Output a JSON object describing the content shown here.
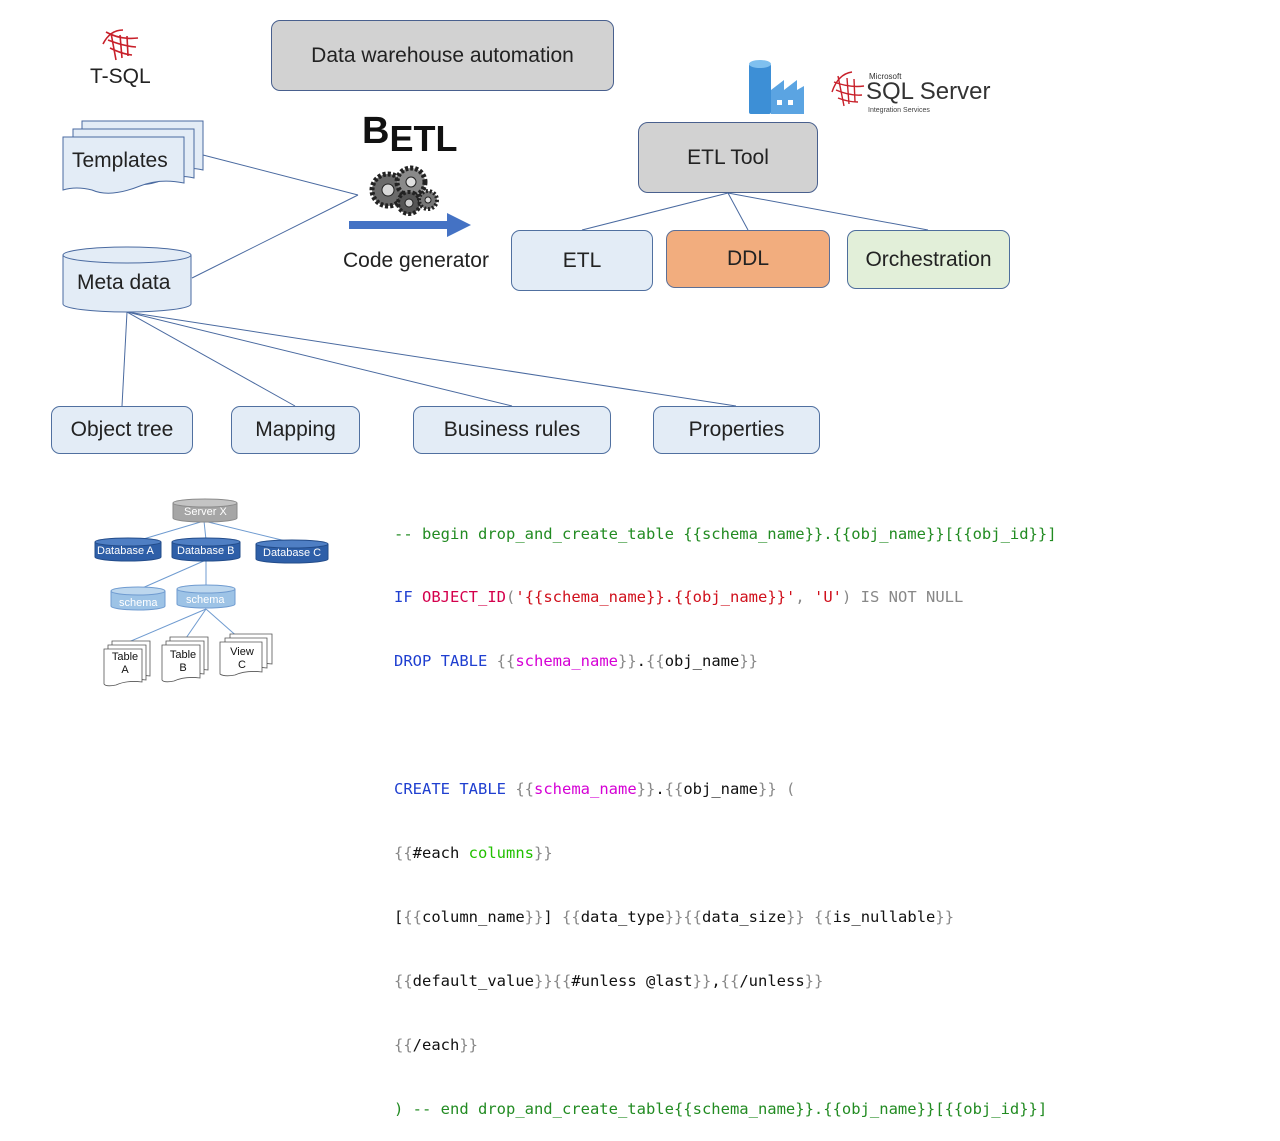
{
  "title_box": "Data warehouse automation",
  "tsql_logo": "T-SQL",
  "betl_logo": {
    "big": "B",
    "rest": "ETL"
  },
  "code_generator": "Code generator",
  "templates": "Templates",
  "meta_data": "Meta data",
  "etl_tool": "ETL Tool",
  "outputs": [
    "ETL",
    "DDL",
    "Orchestration"
  ],
  "meta_children": [
    "Object tree",
    "Mapping",
    "Business rules",
    "Properties"
  ],
  "sql_server_logo": {
    "small": "Microsoft",
    "name": "SQL Server",
    "sub": "Integration Services"
  },
  "tree": {
    "server": "Server X",
    "databases": [
      "Database A",
      "Database B",
      "Database C"
    ],
    "schemas": [
      "schema",
      "schema"
    ],
    "objects": [
      [
        "Table",
        "A"
      ],
      [
        "Table",
        "B"
      ],
      [
        "View",
        "C"
      ]
    ]
  },
  "code_lines": [
    "-- begin drop_and_create_table {{schema_name}}.{{obj_name}}[{{obj_id}}]",
    "IF OBJECT_ID('{{schema_name}}.{{obj_name}}', 'U') IS NOT NULL",
    "DROP TABLE {{schema_name}}.{{obj_name}}",
    "",
    "CREATE TABLE {{schema_name}}.{{obj_name}} (",
    "{{#each columns}}",
    "[{{column_name}}] {{data_type}}{{data_size}} {{is_nullable}}",
    "{{default_value}}{{#unless @last}},{{/unless}}",
    "{{/each}}",
    ") -- end drop_and_create_table{{schema_name}}.{{obj_name}}[{{obj_id}}]"
  ],
  "colors": {
    "box_fill": "#e3ecf6",
    "box_border": "#4a6aa0",
    "grey_box": "#d2d2d2",
    "ddl_box": "#f2ad7e",
    "orchestration_box": "#e2efd9",
    "arrow": "#4472c4",
    "tree_blue": "#2e5fa8",
    "tree_light_blue": "#9dc3e6"
  }
}
